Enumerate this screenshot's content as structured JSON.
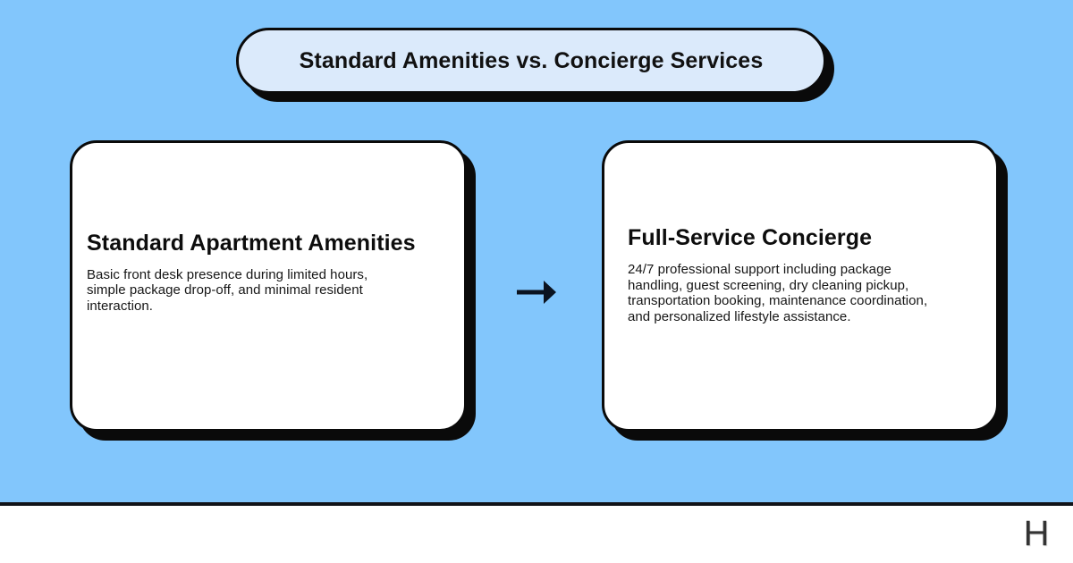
{
  "slide": {
    "background_color": "#82c6fc",
    "title": "Standard Amenities vs. Concierge Services"
  },
  "title_pill": {
    "label": "Standard Amenities vs. Concierge Services",
    "fill_color": "#dbeafb",
    "border_color": "#0a0a0a"
  },
  "comparison": {
    "connector_icon": "arrow-right-icon",
    "connector_glyph": "→",
    "left_card": {
      "heading": "Standard Apartment Amenities",
      "body_lines": [
        "Basic front desk presence during limited hours,",
        "simple package drop-off, and minimal resident",
        "interaction."
      ],
      "body": "Basic front desk presence during limited hours, simple package drop-off, and minimal resident interaction."
    },
    "right_card": {
      "heading": "Full-Service Concierge",
      "body_lines": [
        "24/7 professional support including package",
        "handling, guest screening, dry cleaning pickup,",
        "transportation booking, maintenance coordination,",
        "and personalized lifestyle assistance."
      ],
      "body": "24/7 professional support including package handling, guest screening, dry cleaning pickup, transportation booking, maintenance coordination, and personalized lifestyle assistance."
    }
  },
  "footer": {
    "logo_text": "H",
    "rule_color": "#111318",
    "background_color": "#ffffff"
  }
}
